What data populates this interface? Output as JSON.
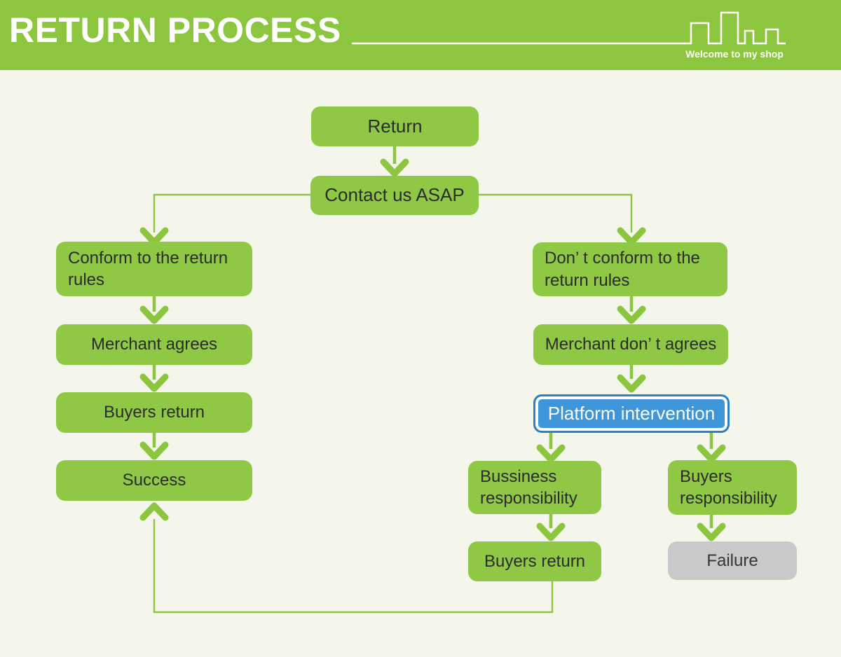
{
  "header": {
    "title": "RETURN PROCESS",
    "tagline": "Welcome to my shop"
  },
  "flowchart": {
    "nodes": {
      "return": {
        "label": "Return"
      },
      "contact": {
        "label": "Contact us ASAP"
      },
      "conform": {
        "label": "Conform to the return rules"
      },
      "merchant_agrees": {
        "label": "Merchant agrees"
      },
      "buyers_return_left": {
        "label": "Buyers return"
      },
      "success": {
        "label": "Success"
      },
      "dont_conform": {
        "label": "Don’ t conform to the return rules"
      },
      "merchant_dont_agree": {
        "label": "Merchant don’ t agrees"
      },
      "platform": {
        "label": "Platform intervention"
      },
      "business_resp": {
        "label": "Bussiness responsibility"
      },
      "buyers_resp": {
        "label": "Buyers responsibility"
      },
      "buyers_return_right": {
        "label": "Buyers return"
      },
      "failure": {
        "label": "Failure"
      }
    },
    "colors": {
      "header_green": "#8CC63E",
      "node_green": "#8FC845",
      "arrow_green": "#8CC63F",
      "platform_blue": "#3E96D9",
      "platform_border_blue": "#2C80C3",
      "failure_gray": "#C9C9C9",
      "background": "#F4F6EC",
      "text_dark": "#2B2B2B",
      "white": "#FFFFFF"
    }
  }
}
